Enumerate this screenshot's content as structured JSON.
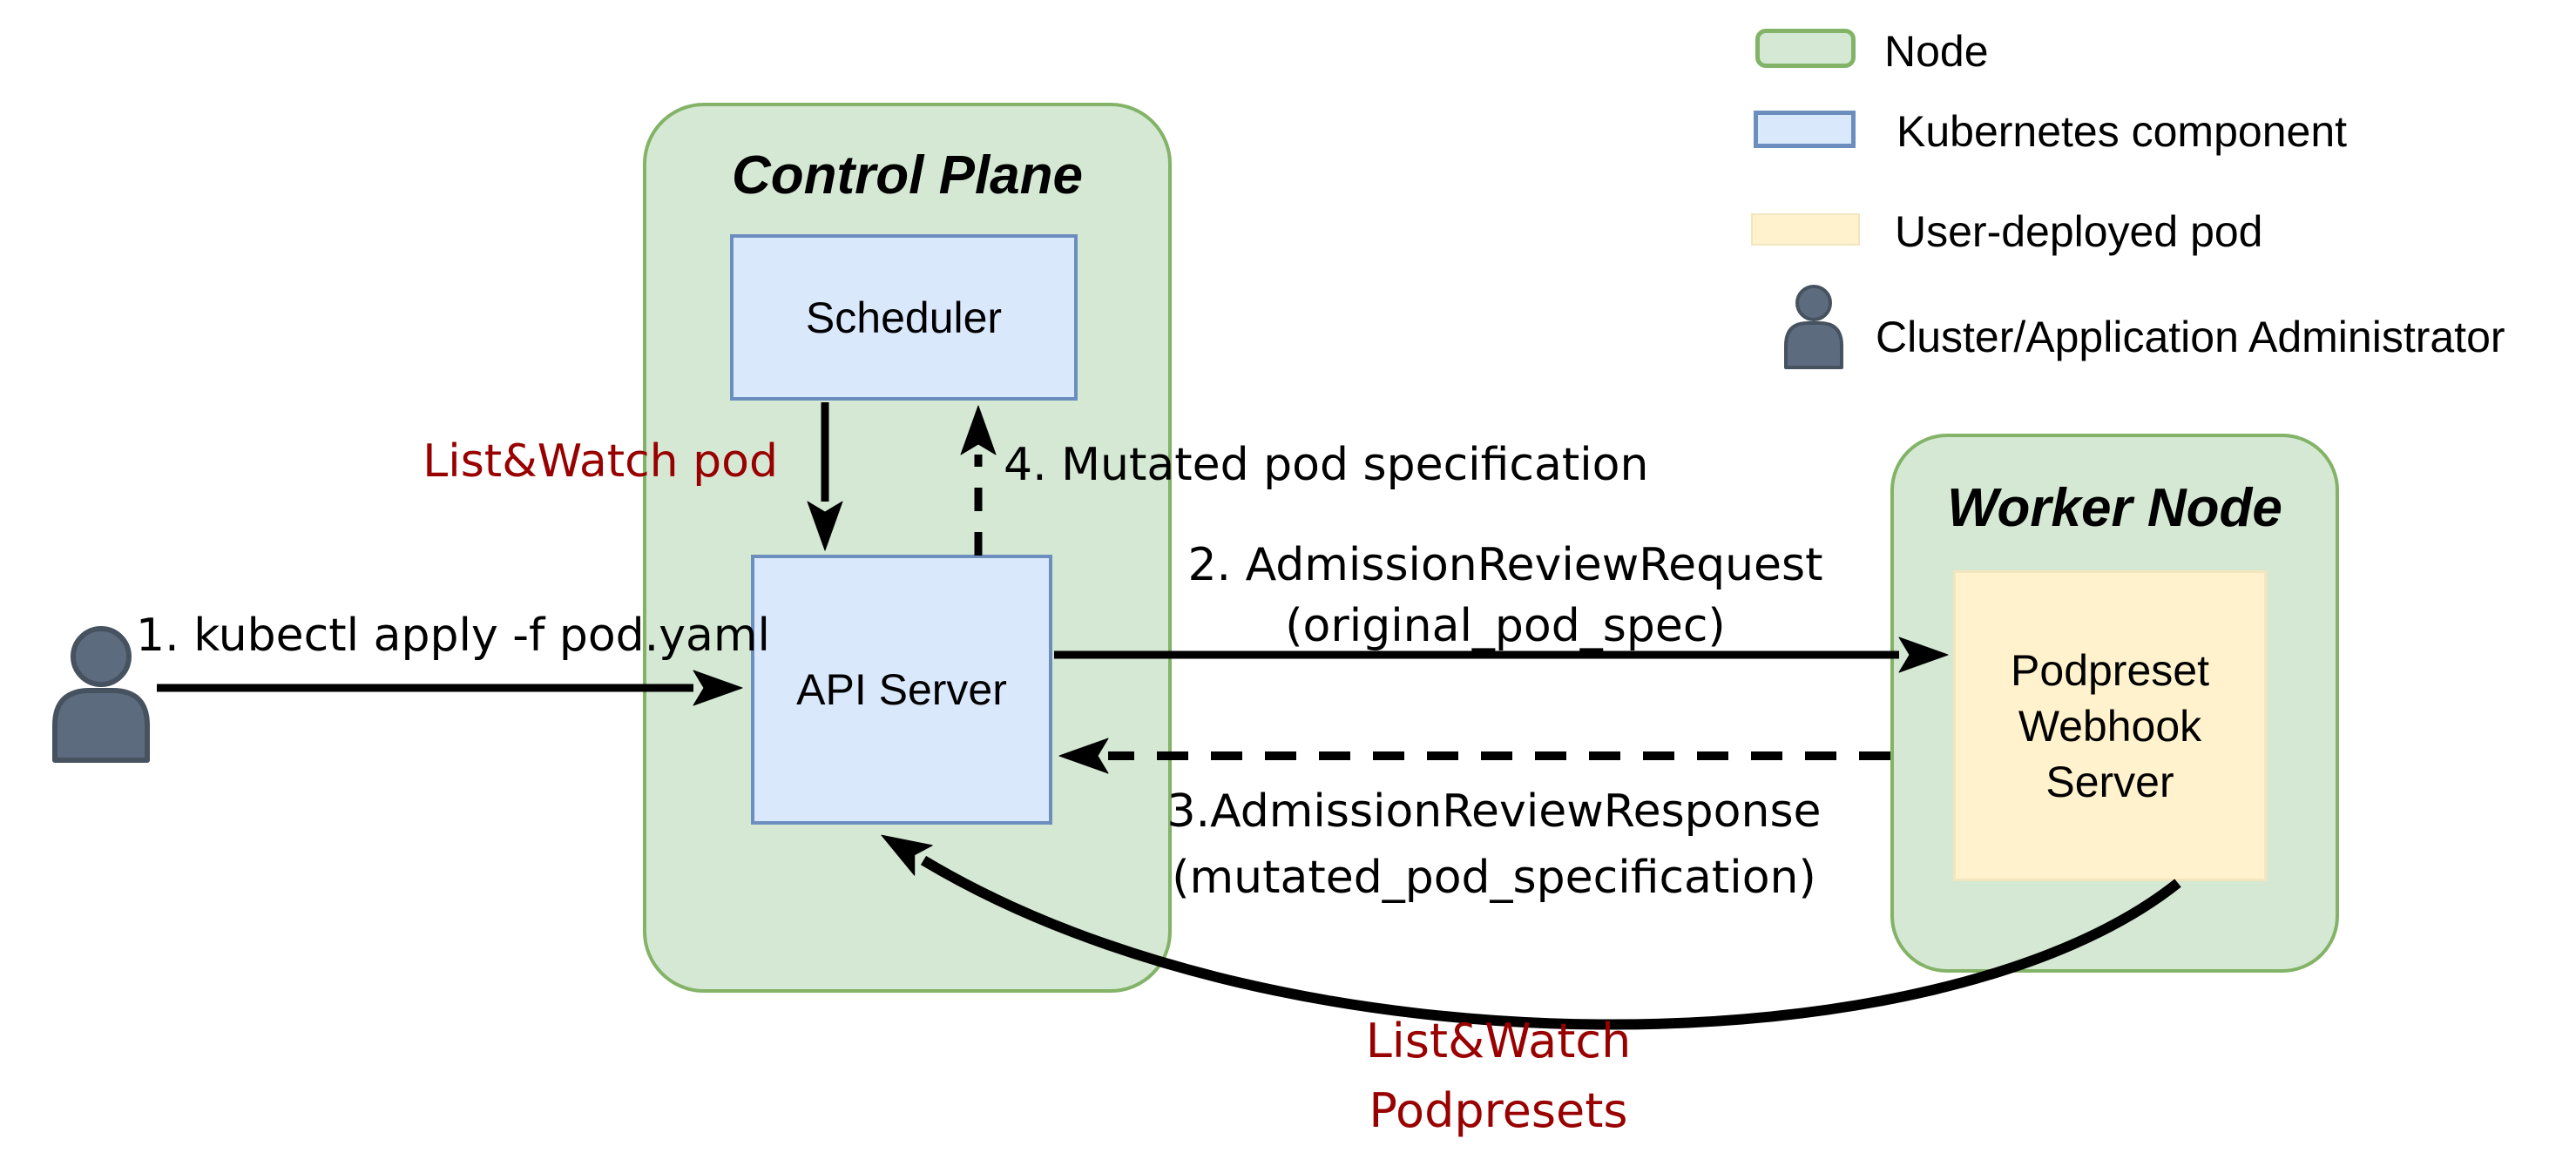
{
  "diagram": {
    "control_plane": {
      "title": "Control Plane"
    },
    "scheduler": {
      "label": "Scheduler"
    },
    "api_server": {
      "label": "API Server"
    },
    "worker_node": {
      "title": "Worker Node"
    },
    "podpreset_webhook": {
      "lines": [
        "Podpreset",
        "Webhook",
        "Server"
      ]
    },
    "annotations": {
      "step1": "1. kubectl apply -f pod.yaml",
      "step2_line1": "2. AdmissionReviewRequest",
      "step2_line2": "(original_pod_spec)",
      "step3_line1": "3.AdmissionReviewResponse",
      "step3_line2": "(mutated_pod_specification)",
      "step4": "4. Mutated pod specification",
      "list_watch_pod": "List&Watch pod",
      "list_watch_podpresets_line1": "List&Watch",
      "list_watch_podpresets_line2": "Podpresets"
    }
  },
  "legend": {
    "items": [
      {
        "swatch": "node",
        "label": "Node"
      },
      {
        "swatch": "kubernetes-component",
        "label": "Kubernetes component"
      },
      {
        "swatch": "user-deployed-pod",
        "label": "User-deployed pod"
      },
      {
        "swatch": "administrator",
        "label": "Cluster/Application Administrator"
      }
    ]
  },
  "colors": {
    "node_fill": "#d5e8d4",
    "node_stroke": "#82b366",
    "component_fill": "#dae8fc",
    "component_stroke": "#6c8ebf",
    "pod_fill": "#fff2cc",
    "pod_stroke": "#f3e5bd",
    "red": "#990000",
    "person_fill": "#5c6b7e",
    "person_stroke": "#46525f",
    "arrow": "#000000"
  }
}
